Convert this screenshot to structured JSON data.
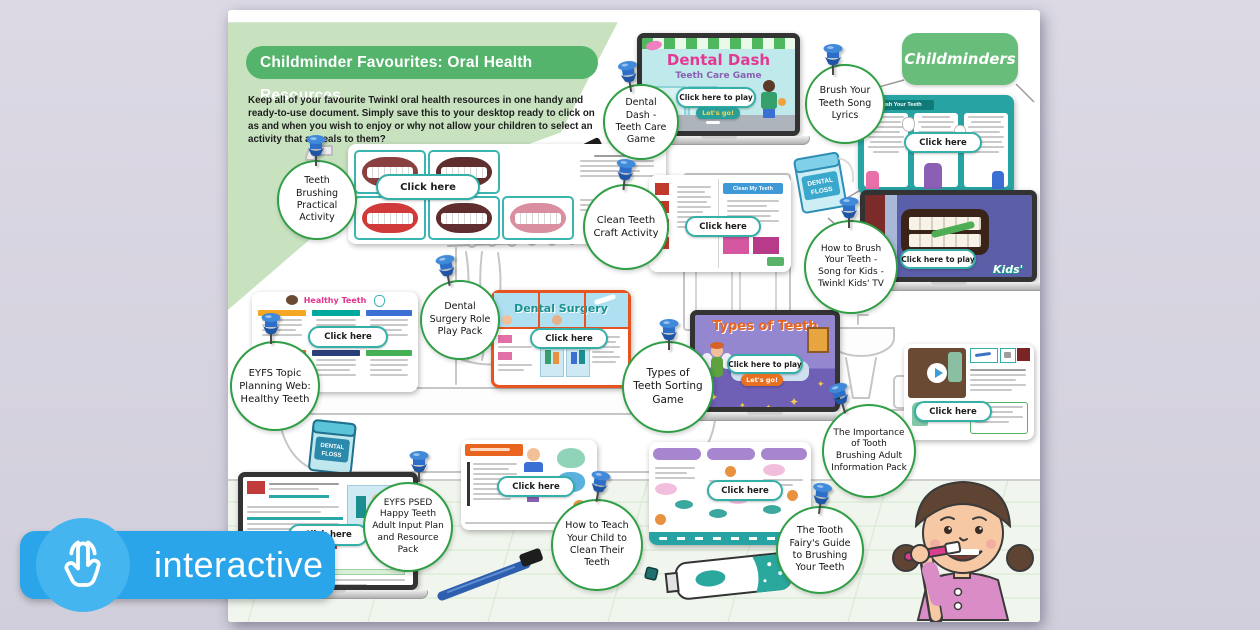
{
  "page": {
    "title": "Childminder Favourites: Oral Health Resources",
    "intro": "Keep all of your favourite Twinkl oral health resources in one handy and ready-to-use document. Simply save this to your desktop ready to click on as and when you wish to enjoy or why not allow your children to select an activity that appeals to them?",
    "audience_tab": "Childminders"
  },
  "badge": {
    "label": "interactive"
  },
  "actions": {
    "click_here": "Click here",
    "click_here_to_play": "Click here to play",
    "lets_go": "Let's go!"
  },
  "bubbles": [
    {
      "id": "dental-dash",
      "label": "Dental Dash - Teeth Care Game"
    },
    {
      "id": "brush-song",
      "label": "Brush Your Teeth Song Lyrics"
    },
    {
      "id": "teeth-brushing",
      "label": "Teeth Brushing Practical Activity"
    },
    {
      "id": "clean-teeth",
      "label": "Clean Teeth Craft Activity"
    },
    {
      "id": "kids-tv",
      "label": "How to Brush Your Teeth - Song for Kids - Twinkl Kids' TV"
    },
    {
      "id": "dental-surgery",
      "label": "Dental Surgery Role Play Pack"
    },
    {
      "id": "eyfs-topic",
      "label": "EYFS Topic Planning Web: Healthy Teeth"
    },
    {
      "id": "types-of-teeth",
      "label": "Types of Teeth Sorting Game"
    },
    {
      "id": "importance",
      "label": "The Importance of Tooth Brushing Adult Information Pack"
    },
    {
      "id": "eyfs-psed",
      "label": "EYFS PSED Happy Teeth Adult Input Plan and Resource Pack"
    },
    {
      "id": "how-to-teach",
      "label": "How to Teach Your Child to Clean Their Teeth"
    },
    {
      "id": "tooth-fairy",
      "label": "The Tooth Fairy's Guide to Brushing Your Teeth"
    }
  ],
  "screens": {
    "dental_dash": {
      "title": "Dental Dash",
      "subtitle": "Teeth Care Game"
    },
    "types_of_teeth": {
      "title": "Types of Teeth"
    },
    "kids_tv": {
      "logo": "Kids'"
    },
    "song_lyrics": {
      "title": "Brush Your Teeth"
    },
    "clean_my_teeth": {
      "title": "Clean My Teeth"
    },
    "healthy_teeth": {
      "title": "Healthy Teeth"
    },
    "dental_surgery": {
      "title": "Dental Surgery"
    },
    "floss_box": {
      "line1": "DENTAL",
      "line2": "FLOSS"
    }
  },
  "colors": {
    "canvas": "#d7d4e0",
    "banner_green": "#55b46c",
    "wash_green": "#c8e2c0",
    "tab_green": "#69bd7b",
    "bubble_border": "#2f9e44",
    "pill_border": "#35b0a8",
    "badge_blue": "#2aa5e9",
    "pin_blue": "#2d6fc8"
  }
}
